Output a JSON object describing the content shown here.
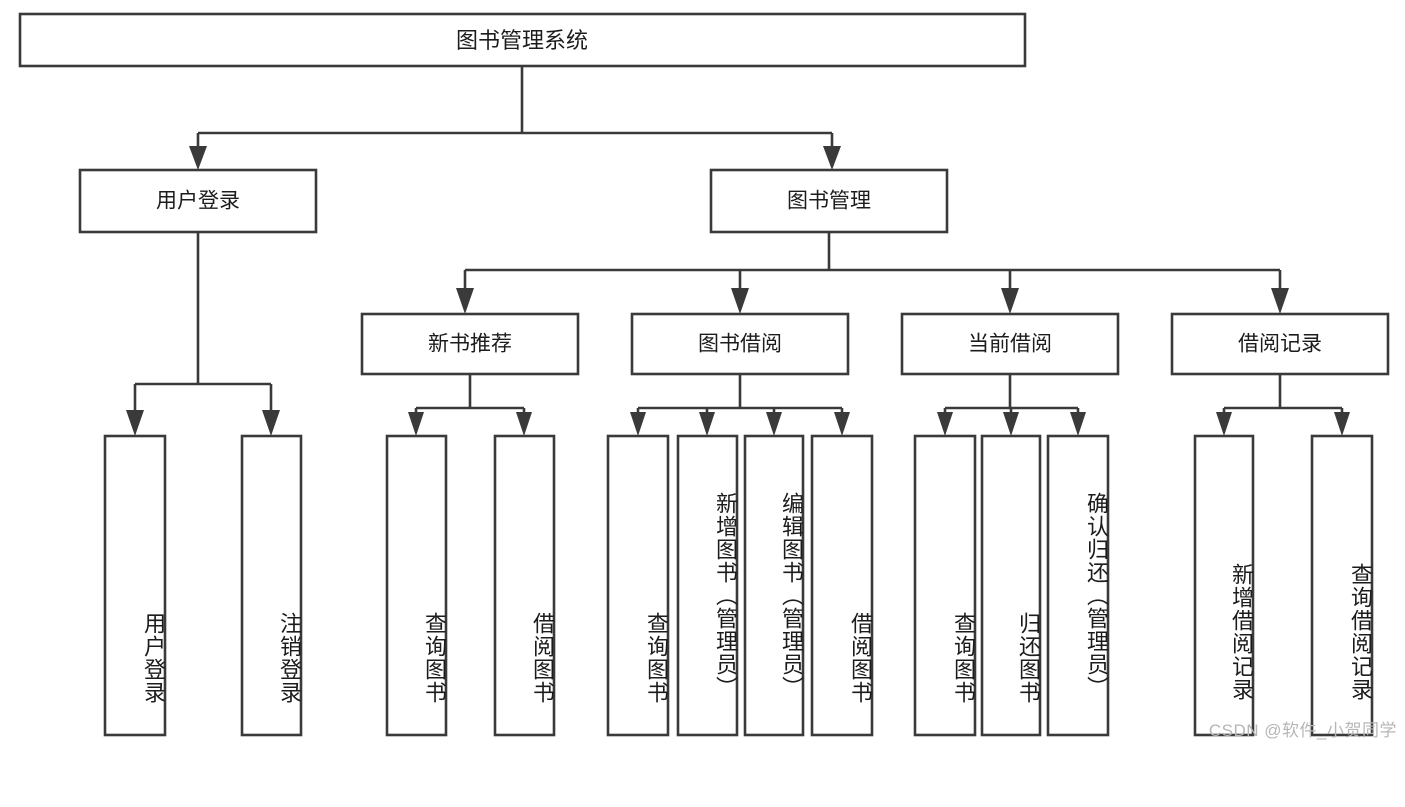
{
  "diagram": {
    "title": "图书管理系统",
    "type": "tree",
    "watermark": "CSDN @软件_小贺同学",
    "colors": {
      "box_stroke": "#3a3a3a",
      "box_fill": "#ffffff",
      "text": "#1c1c1c",
      "connector": "#3a3a3a",
      "watermark": "#b6b6b6",
      "background": "#ffffff"
    },
    "root": {
      "label": "图书管理系统"
    },
    "level2": [
      {
        "label": "用户登录"
      },
      {
        "label": "图书管理"
      }
    ],
    "level3": [
      {
        "label": "新书推荐"
      },
      {
        "label": "图书借阅"
      },
      {
        "label": "当前借阅"
      },
      {
        "label": "借阅记录"
      }
    ],
    "leaves": {
      "user_login": [
        {
          "label": "用户登录"
        },
        {
          "label": "注销登录"
        }
      ],
      "new_book_recommend": [
        {
          "label": "查询图书"
        },
        {
          "label": "借阅图书"
        }
      ],
      "book_borrow": [
        {
          "label": "查询图书"
        },
        {
          "label": "新增图书（管理员）"
        },
        {
          "label": "编辑图书（管理员）"
        },
        {
          "label": "借阅图书"
        }
      ],
      "current_borrow": [
        {
          "label": "查询图书"
        },
        {
          "label": "归还图书"
        },
        {
          "label": "确认归还（管理员）"
        }
      ],
      "borrow_record": [
        {
          "label": "新增借阅记录"
        },
        {
          "label": "查询借阅记录"
        }
      ]
    }
  }
}
